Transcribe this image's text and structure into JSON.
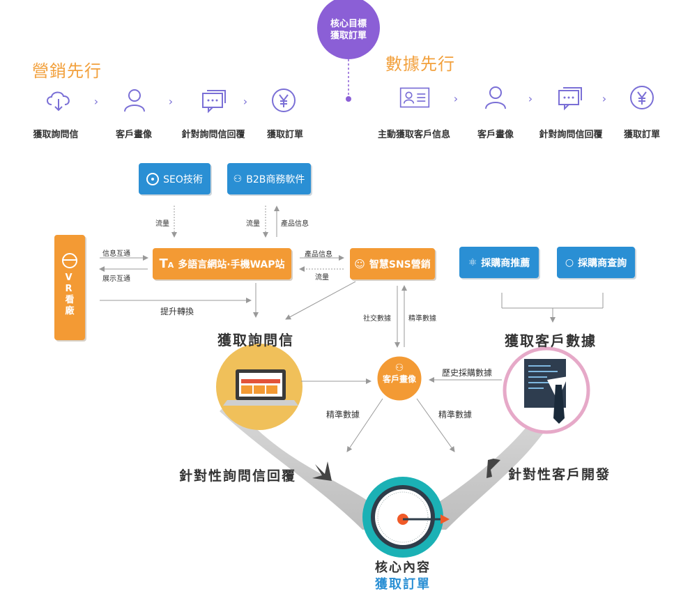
{
  "core_target": {
    "line1": "核心目標",
    "line2": "獲取訂單"
  },
  "marketing": {
    "title": "營銷先行",
    "steps": [
      "獲取詢問信",
      "客戶畫像",
      "針對詢問信回覆",
      "獲取訂單"
    ]
  },
  "data_first": {
    "title": "數據先行",
    "steps": [
      "主動獲取客戶信息",
      "客戶畫像",
      "針對詢問信回覆",
      "獲取訂單"
    ]
  },
  "chevron": "›",
  "boxes": {
    "seo": "SEO技術",
    "b2b": "B2B商務軟件",
    "website": "多語言網站·手機WAP站",
    "sns": "智慧SNS營銷",
    "recommend": "採購商推薦",
    "query": "採購商查詢"
  },
  "vr_label": [
    "V",
    "R",
    "看",
    "廠"
  ],
  "labels": {
    "flow1": "流量",
    "flow2": "流量",
    "product_info1": "產品信息",
    "info_exchange": "信息互通",
    "show_exchange": "展示互通",
    "product_info2": "產品信息",
    "flow3": "流量",
    "promote": "提升轉換",
    "social_data": "社交數據",
    "precise_data1": "精準數據",
    "history_data": "歷史採購數據",
    "precise_data2": "精準數據",
    "precise_data3": "精準數據"
  },
  "headings": {
    "get_inquiry": "獲取詢問信",
    "get_customer_data": "獲取客戶數據",
    "targeted_reply": "針對性詢問信回覆",
    "targeted_dev": "針對性客戶開發",
    "persona": "客戶畫像"
  },
  "core": {
    "line1": "核心內容",
    "line2": "獲取訂單"
  },
  "colors": {
    "orange": "#f39a34",
    "blue": "#2a8fd4",
    "purple": "#8b5fd6",
    "teal": "#1bb1b5",
    "pink": "#e6a9c8",
    "gold": "#f0c05a"
  }
}
